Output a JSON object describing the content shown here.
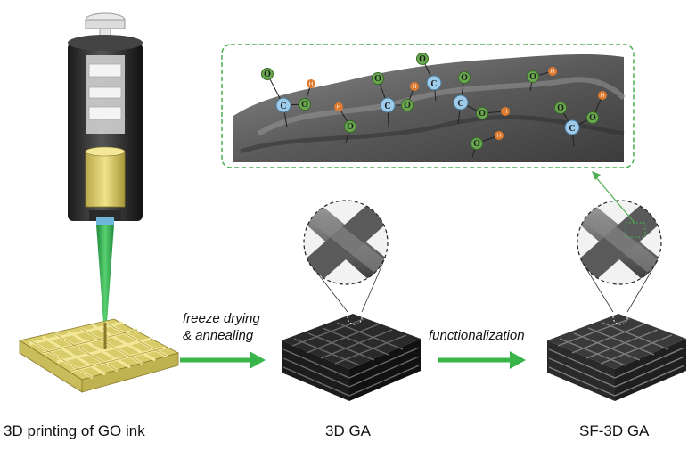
{
  "captions": {
    "printing": "3D printing of GO ink",
    "ga": "3D GA",
    "sfga": "SF-3D GA"
  },
  "steps": {
    "step1_line1": "freeze drying",
    "step1_line2": "& annealing",
    "step2": "functionalization"
  },
  "atom_labels": {
    "carbon": "C",
    "oxygen": "O",
    "hydrogen": "H"
  },
  "colors": {
    "arrow_green": "#3ab54a",
    "dashed_green": "#4caf50",
    "ink_yellow": "#e8dc7a",
    "scaffold_black": "#2a2a2a",
    "carbon_blue": "#9ecbea",
    "oxygen_green": "#6aa84f",
    "hydrogen_orange": "#e07a2e",
    "nozzle_green": "#3fb45a"
  }
}
